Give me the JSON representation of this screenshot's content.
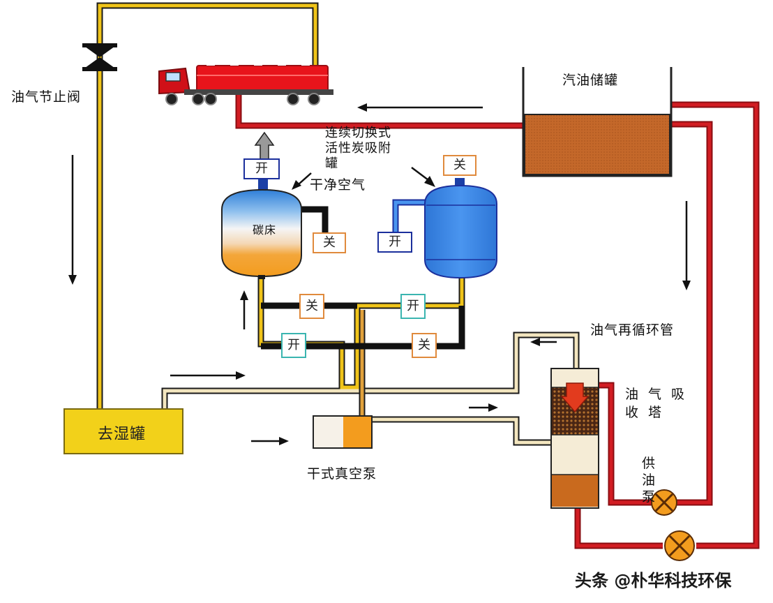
{
  "labels": {
    "throttle_valve": "油气节止阀",
    "gasoline_tank": "汽油储罐",
    "adsorption_tank": "连续切换式活性炭吸附罐",
    "clean_air": "干净空气",
    "carbon_bed": "碳床",
    "dehumidifier": "去湿罐",
    "vacuum_pump": "干式真空泵",
    "recirc_pipe": "油气再循环管",
    "absorb_tower": "油气吸收塔",
    "supply_pump": "供油泵",
    "watermark": "头条 @朴华科技环保"
  },
  "valves": {
    "top_left": "开",
    "top_right": "关",
    "side_left": "关",
    "side_right": "开",
    "mid_left": "关",
    "mid_right": "开",
    "low_left": "开",
    "low_right": "关"
  },
  "colors": {
    "yellow_pipe": "#f0c419",
    "red_pipe": "#c0141b",
    "black_pipe": "#111111",
    "cream_pipe": "#f3e6bf",
    "orange_pipe": "#e2a23c",
    "blue_tank": "#3b86e6",
    "tanker_red": "#e8141b",
    "tank_oil": "#c46a2a"
  },
  "icons": {
    "valve_symbol": "bowtie-valve-icon",
    "pump_symbol": "circle-x-pump-icon",
    "flow_arrow": "arrow-icon"
  }
}
